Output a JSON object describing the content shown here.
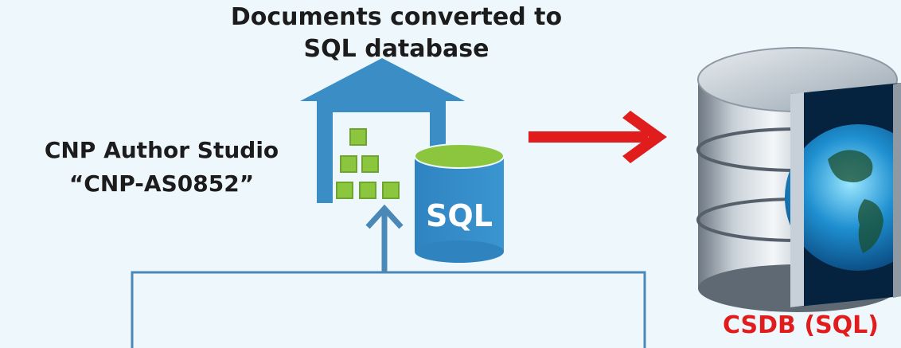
{
  "warehouse": {
    "title_line1": "Documents converted to",
    "title_line2": "SQL database"
  },
  "author_studio": {
    "name_line1": "CNP Author Studio",
    "name_line2": "“CNP-AS0852”"
  },
  "sql_cylinder": {
    "label": "SQL"
  },
  "csdb": {
    "label": "CSDB (SQL)"
  },
  "colors": {
    "background": "#eef7fb",
    "warehouse_blue": "#3a8dc5",
    "cube_green": "#8cc63f",
    "arrow_red": "#e11c1c",
    "connector_blue": "#4a88b8"
  },
  "icons": [
    "warehouse-icon",
    "sql-database-icon",
    "arrow-right-icon",
    "arrow-up-icon",
    "csdb-database-icon"
  ]
}
